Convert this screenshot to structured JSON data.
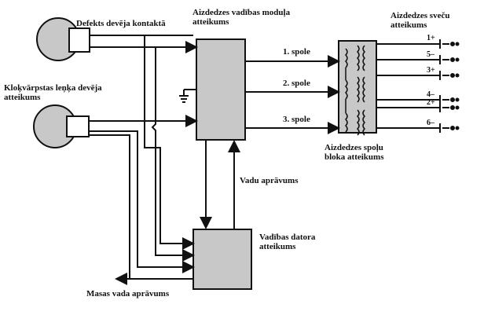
{
  "labels": {
    "crank_sensor": "Defekts devēja kontaktā",
    "cam_sensor_l1": "Kloķvārpstas leņķa devēja",
    "cam_sensor_l2": "atteikums",
    "module_l1": "Aizdedzes vadības moduļa",
    "module_l2": "atteikums",
    "coil_1": "1. spole",
    "coil_2": "2. spole",
    "coil_3": "3. spole",
    "plugs_l1": "Aizdedzes sveču",
    "plugs_l2": "atteikums",
    "coilpack_l1": "Aizdedzes spoļu",
    "coilpack_l2": "bloka atteikums",
    "wire_break": "Vadu aprāvums",
    "ecu_l1": "Vadības datora",
    "ecu_l2": "atteikums",
    "ground_break": "Masas vada aprāvums"
  },
  "plugs": [
    "1+",
    "5–",
    "3+",
    "4–",
    "2+",
    "6–"
  ],
  "colors": {
    "stroke": "#111111",
    "fill": "#c8c8c8"
  }
}
